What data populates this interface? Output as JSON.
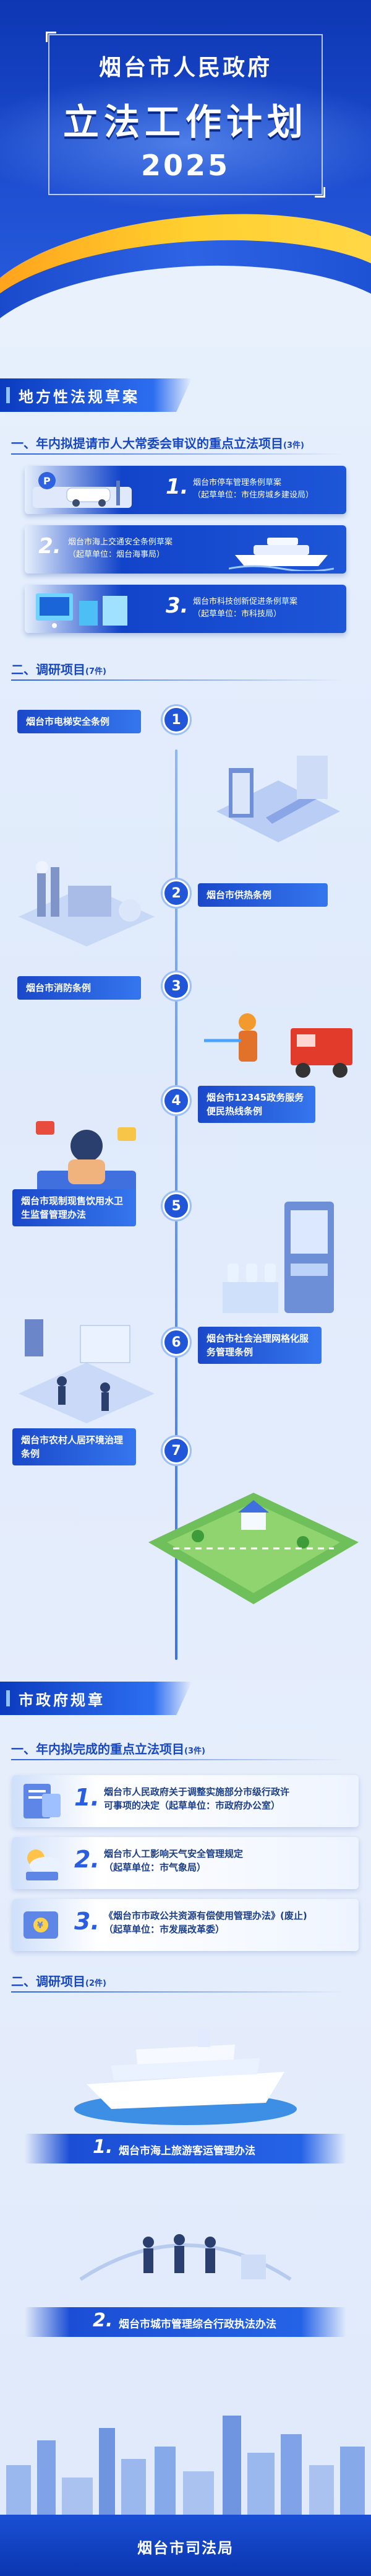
{
  "header": {
    "gov": "烟台市人民政府",
    "title": "立法工作计划",
    "year": "2025"
  },
  "section_local": {
    "pill": "地方性法规草案",
    "sub1": {
      "label": "一、年内拟提请市人大常委会审议的重点立法项目",
      "note": "(3件)"
    },
    "key_items": [
      {
        "num": "1.",
        "line1": "烟台市停车管理条例草案",
        "line2": "（起草单位：市住房城乡建设局）"
      },
      {
        "num": "2.",
        "line1": "烟台市海上交通安全条例草案",
        "line2": "（起草单位：烟台海事局）"
      },
      {
        "num": "3.",
        "line1": "烟台市科技创新促进条例草案",
        "line2": "（起草单位：市科技局）"
      }
    ],
    "sub2": {
      "label": "二、调研项目",
      "note": "(7件)"
    },
    "timeline": [
      {
        "num": "1",
        "label": "烟台市电梯安全条例"
      },
      {
        "num": "2",
        "label": "烟台市供热条例"
      },
      {
        "num": "3",
        "label": "烟台市消防条例"
      },
      {
        "num": "4",
        "label": "烟台市12345政务服务便民热线条例"
      },
      {
        "num": "5",
        "label": "烟台市现制现售饮用水卫生监督管理办法"
      },
      {
        "num": "6",
        "label": "烟台市社会治理网格化服务管理条例"
      },
      {
        "num": "7",
        "label": "烟台市农村人居环境治理条例"
      }
    ]
  },
  "section_gov": {
    "pill": "市政府规章",
    "sub1": {
      "label": "一、年内拟完成的重点立法项目",
      "note": "(3件)"
    },
    "items": [
      {
        "num": "1.",
        "line1": "烟台市人民政府关于调整实施部分市级行政许",
        "line2": "可事项的决定（起草单位：市政府办公室）"
      },
      {
        "num": "2.",
        "line1": "烟台市人工影响天气安全管理规定",
        "line2": "（起草单位：市气象局）"
      },
      {
        "num": "3.",
        "line1": "《烟台市市政公共资源有偿使用管理办法》(废止)",
        "line2": "（起草单位：市发展改革委）"
      }
    ],
    "sub2": {
      "label": "二、调研项目",
      "note": "(2件)"
    },
    "studies": [
      {
        "num": "1.",
        "label": "烟台市海上旅游客运管理办法"
      },
      {
        "num": "2.",
        "label": "烟台市城市管理综合行政执法办法"
      }
    ]
  },
  "footer": {
    "text": "烟台市司法局"
  },
  "colors": {
    "primary": "#1848c2",
    "accent": "#ffb21a",
    "background": "#e8f0fb"
  }
}
